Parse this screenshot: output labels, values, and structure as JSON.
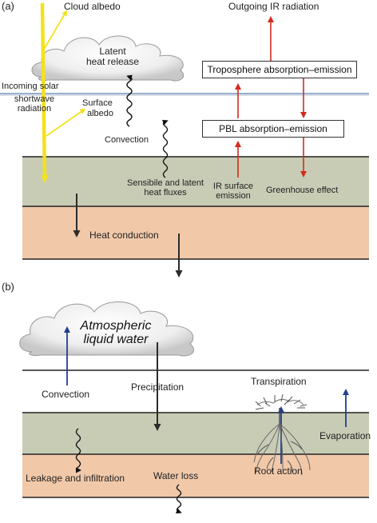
{
  "panel_a": {
    "label": "(a)",
    "cloud_albedo": "Cloud albedo",
    "outgoing_ir": "Outgoing IR radiation",
    "latent_heat": [
      "Latent",
      "heat release"
    ],
    "incoming_solar": [
      "Incoming solar",
      "shortwave",
      "radiation"
    ],
    "surface_albedo": [
      "Surface",
      "albedo"
    ],
    "convection": "Convection",
    "troposphere_box": "Troposphere absorption–emission",
    "pbl_box": "PBL absorption–emission",
    "sensible_fluxes": [
      "Sensibile and latent",
      "heat fluxes"
    ],
    "ir_surface": [
      "IR surface",
      "emission"
    ],
    "greenhouse": "Greenhouse effect",
    "heat_conduction": "Heat conduction"
  },
  "panel_b": {
    "label": "(b)",
    "atmospheric_water": [
      "Atmospheric",
      "liquid water"
    ],
    "convection": "Convection",
    "precipitation": "Precipitation",
    "transpiration": "Transpiration",
    "evaporation": "Evaporation",
    "root_action": "Root action",
    "leakage": "Leakage and infiltration",
    "water_loss": "Water loss"
  },
  "colors": {
    "solar_yellow": "#f2e21c",
    "ir_red": "#d42a1e",
    "water_blue": "#1f3f8f",
    "dark_arrow": "#2b2b2b",
    "upper_soil": "#c9ccb5",
    "lower_soil": "#f1c9a9",
    "horizon_blue": "#5b7fb8"
  }
}
